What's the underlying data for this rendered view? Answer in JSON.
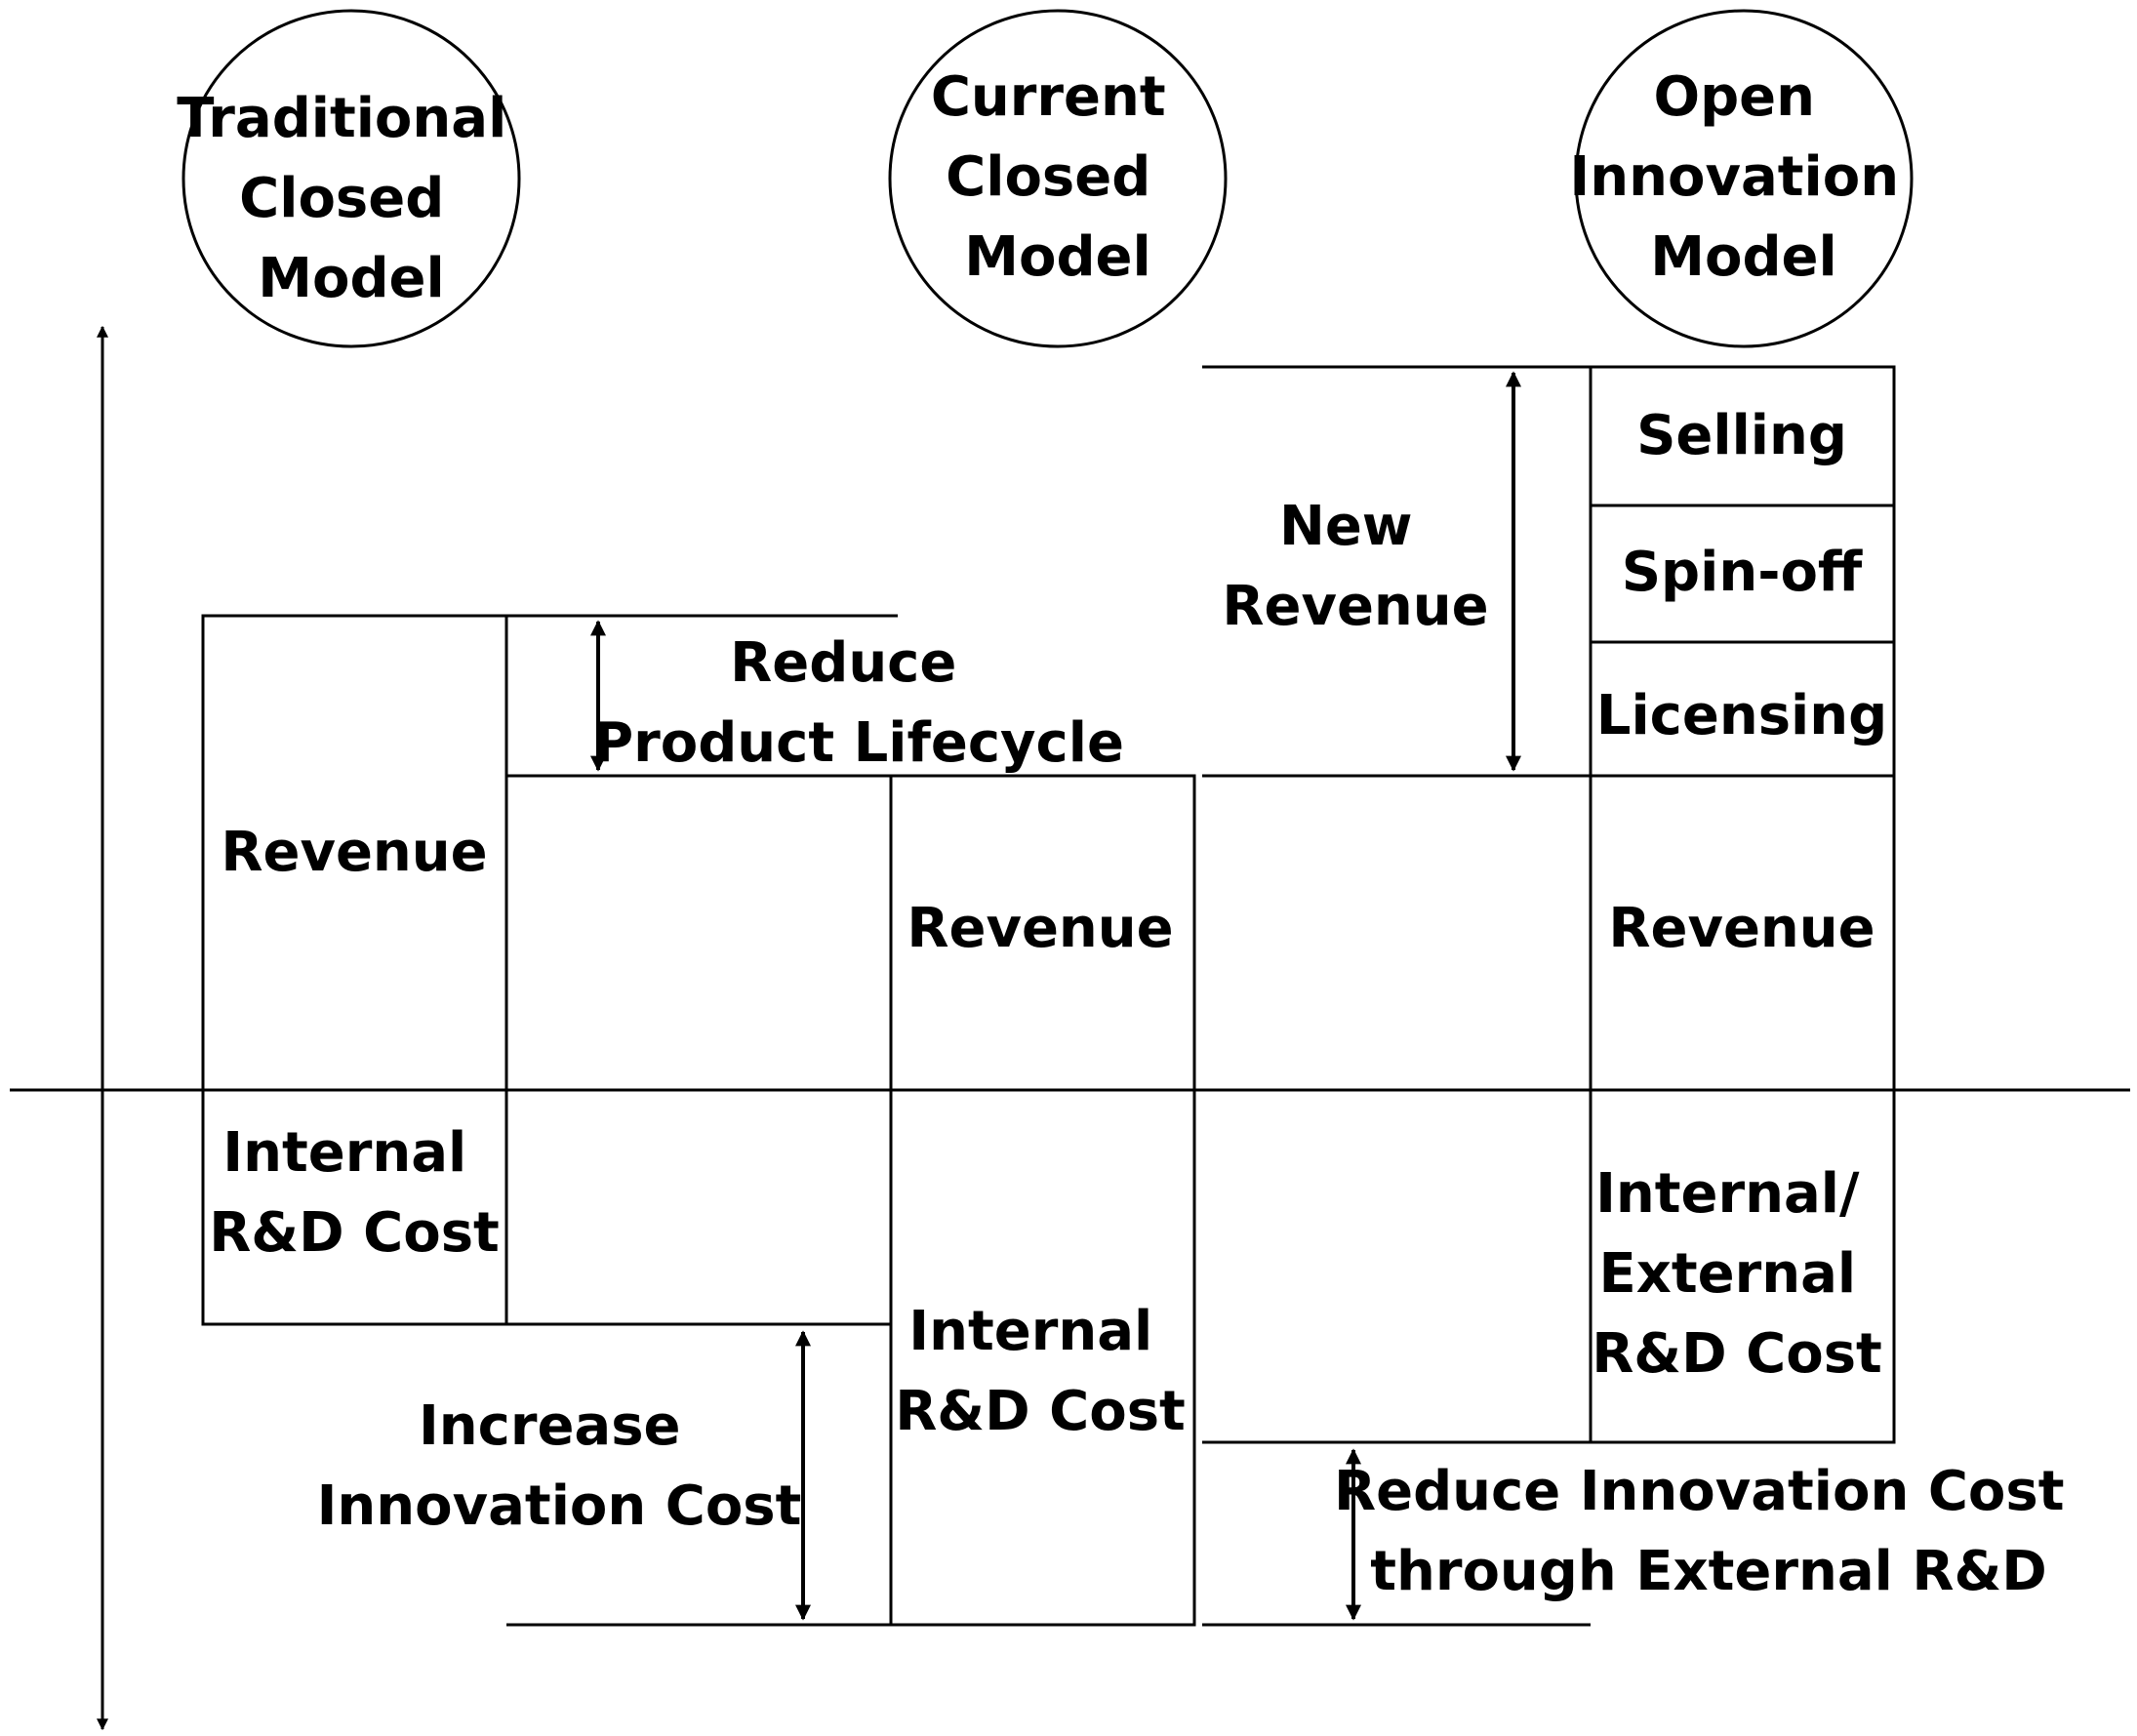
{
  "models": {
    "traditional": [
      "Traditional",
      "Closed",
      "Model"
    ],
    "current": [
      "Current",
      "Closed",
      "Model"
    ],
    "open": [
      "Open",
      "Innovation",
      "Model"
    ]
  },
  "traditional": {
    "revenue": [
      "Revenue"
    ],
    "cost": [
      "Internal",
      "R&D Cost"
    ]
  },
  "current": {
    "revenue": [
      "Revenue"
    ],
    "cost": [
      "Internal",
      "R&D Cost"
    ]
  },
  "open": {
    "revenue": [
      "Revenue"
    ],
    "cost": [
      "Internal/",
      "External",
      "R&D Cost"
    ],
    "selling": [
      "Selling"
    ],
    "spinoff": [
      "Spin-off"
    ],
    "licensing": [
      "Licensing"
    ]
  },
  "annotations": {
    "reduce_lifecycle": [
      "Reduce",
      "Product  Lifecycle"
    ],
    "new_revenue": [
      "New",
      "Revenue"
    ],
    "increase_cost": [
      "Increase",
      "Innovation Cost"
    ],
    "reduce_cost": [
      "Reduce Innovation Cost",
      "through External R&D"
    ]
  }
}
